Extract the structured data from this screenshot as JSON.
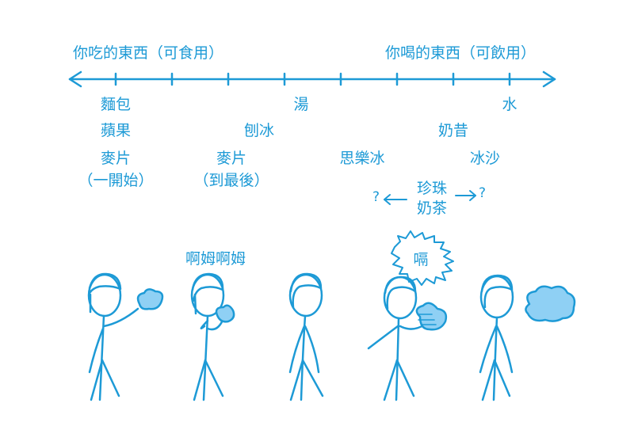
{
  "scale": {
    "left_label": "你吃的東西（可食用）",
    "right_label": "你喝的東西（可飲用）"
  },
  "items": {
    "bread": "麵包",
    "apple": "蘋果",
    "cereal_start_1": "麥片",
    "cereal_start_2": "（一開始）",
    "shaved_ice": "刨冰",
    "cereal_end_1": "麥片",
    "cereal_end_2": "（到最後）",
    "soup": "湯",
    "slurpee": "思樂冰",
    "milkshake": "奶昔",
    "smoothie": "冰沙",
    "water": "水",
    "boba_1": "珍珠",
    "boba_2": "奶茶",
    "q_left": "?",
    "q_right": "?"
  },
  "speech": {
    "nom": "啊姆啊姆",
    "gulp": "嗝"
  },
  "colors": {
    "ink": "#1d9ad6",
    "cloud_fill": "#8fd0f4"
  }
}
